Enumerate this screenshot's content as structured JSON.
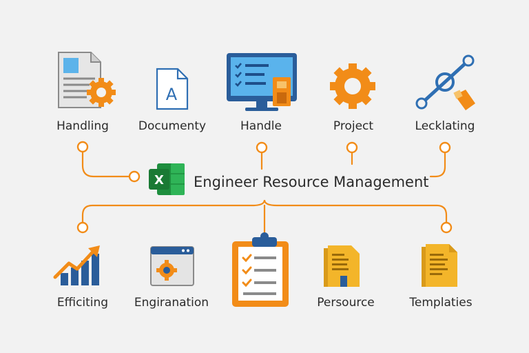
{
  "title": "Engineer Resource Management",
  "center_icon_letter": "X",
  "doc_icon_letter": "A",
  "top_nodes": [
    {
      "label": "Handling",
      "icon": "document-gear-icon"
    },
    {
      "label": "Documenty",
      "icon": "document-letter-icon"
    },
    {
      "label": "Handle",
      "icon": "monitor-checklist-icon"
    },
    {
      "label": "Project",
      "icon": "gear-icon"
    },
    {
      "label": "Lecklating",
      "icon": "pen-tool-icon"
    }
  ],
  "bottom_nodes": [
    {
      "label": "Efficiting",
      "icon": "growth-chart-icon"
    },
    {
      "label": "Engiranation",
      "icon": "browser-window-gear-icon"
    },
    {
      "label": "",
      "icon": "clipboard-checklist-icon"
    },
    {
      "label": "Persource",
      "icon": "folder-document-icon"
    },
    {
      "label": "Templaties",
      "icon": "folder-template-icon"
    }
  ],
  "colors": {
    "background": "#f2f2f2",
    "connector": "#f28c18",
    "blue": "#2f6fb3",
    "excel_green": "#1e8e3e",
    "folder_yellow": "#f3b52a"
  }
}
